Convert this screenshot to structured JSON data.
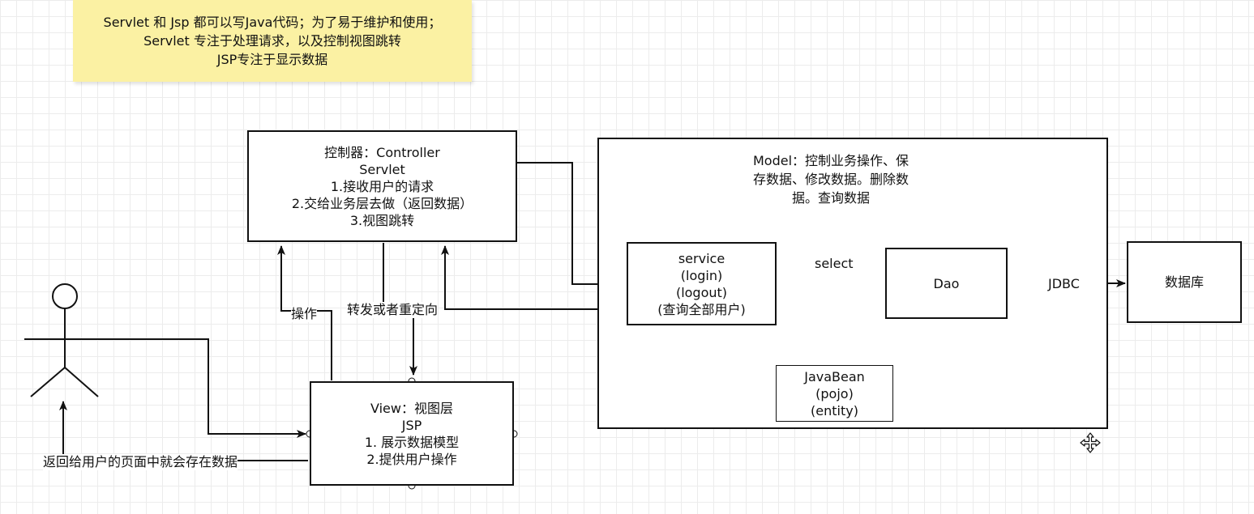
{
  "note": {
    "lines": [
      "Servlet 和 Jsp  都可以写Java代码；为了易于维护和使用；",
      "Servlet 专注于处理请求，以及控制视图跳转",
      "JSP专注于显示数据"
    ]
  },
  "controller": {
    "lines": [
      "控制器：Controller",
      "Servlet",
      "1.接收用户的请求",
      "2.交给业务层去做（返回数据）",
      "3.视图跳转"
    ]
  },
  "model": {
    "lines": [
      "Model：控制业务操作、保",
      "存数据、修改数据。删除数",
      "据。查询数据"
    ]
  },
  "service": {
    "lines": [
      "service",
      "(login)",
      "(logout)",
      "(查询全部用户)"
    ]
  },
  "dao": {
    "label": "Dao"
  },
  "database": {
    "label": "数据库"
  },
  "javabean": {
    "lines": [
      "JavaBean",
      "(pojo)",
      "(entity)"
    ]
  },
  "view": {
    "lines": [
      "View：视图层",
      "JSP",
      "1. 展示数据模型",
      "2.提供用户操作"
    ]
  },
  "edge_labels": {
    "select": "select",
    "jdbc": "JDBC",
    "operate": "操作",
    "forward": "转发或者重定向",
    "return": "返回给用户的页面中就会存在数据"
  },
  "colors": {
    "note_bg": "#fbf1a3",
    "stroke": "#111111",
    "grid": "#ececec"
  }
}
